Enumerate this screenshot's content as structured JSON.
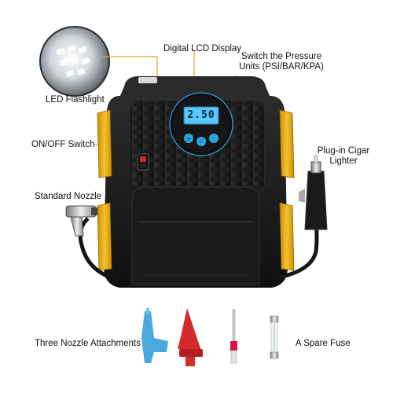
{
  "labels": {
    "lcd": "Digital LCD Display",
    "units_line1": "Switch the Pressure",
    "units_line2": "Units (PSI/BAR/KPA)",
    "flashlight": "LED Flashlight",
    "onoff": "ON/OFF Switch",
    "cigar_line1": "Plug-in Cigar",
    "cigar_line2": "Lighter",
    "nozzle": "Standard Nozzle",
    "attachments": "Three Nozzle Attachments",
    "fuse": "A Spare Fuse"
  },
  "display": {
    "reading": "2.50"
  },
  "colors": {
    "accent_yellow": "#f2b51c",
    "body_black": "#1b1b1b",
    "lcd_blue": "#2aa7e0",
    "leader_orange": "#e0a32a",
    "nozzle_blue": "#4aa8dc",
    "nozzle_red": "#d42a2a"
  }
}
